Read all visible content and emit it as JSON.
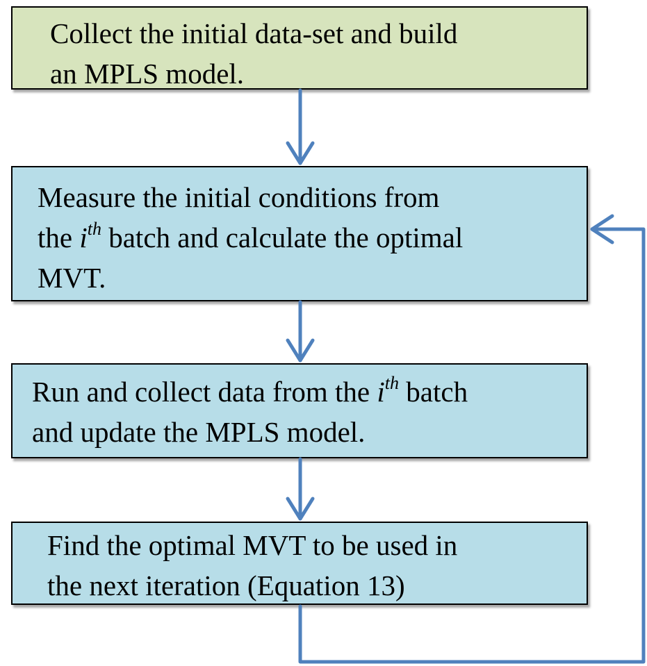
{
  "colors": {
    "start_fill": "#d7e4bd",
    "step_fill": "#b7dde8",
    "arrow": "#4f81bd",
    "border": "#000000"
  },
  "steps": [
    {
      "lines": [
        {
          "text": "Collect the initial data-set and build"
        },
        {
          "text": "an MPLS model."
        }
      ]
    },
    {
      "lines": [
        {
          "text": "Measure the initial conditions from"
        },
        {
          "pre": "the ",
          "var": "i",
          "sup": "th",
          "post": " batch and calculate the optimal"
        },
        {
          "text": "MVT."
        }
      ]
    },
    {
      "lines": [
        {
          "pre": "Run and collect data from the ",
          "var": "i",
          "sup": "th",
          "post": " batch"
        },
        {
          "text": "and update the MPLS model."
        }
      ]
    },
    {
      "lines": [
        {
          "text": "Find the optimal MVT to be used in"
        },
        {
          "text": "the next iteration (Equation 13)"
        }
      ]
    }
  ]
}
